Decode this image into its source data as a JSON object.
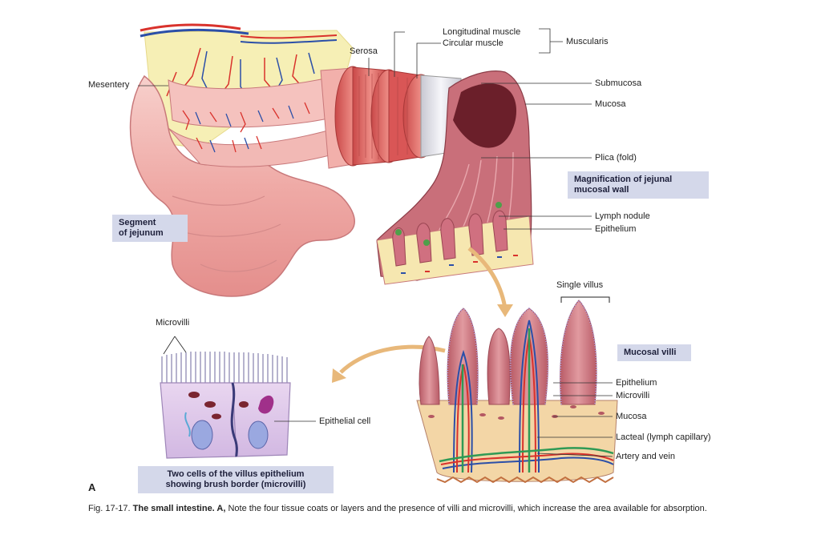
{
  "figure": {
    "panel_letter": "A",
    "caption_prefix": "Fig. 17-17.",
    "caption_bold": "The small intestine. A,",
    "caption_text": "Note the four tissue coats or layers and the presence of villi and microvilli, which increase the area available for absorption."
  },
  "labels": {
    "mesentery": "Mesentery",
    "serosa": "Serosa",
    "longitudinal_muscle": "Longitudinal muscle",
    "circular_muscle": "Circular muscle",
    "muscularis": "Muscularis",
    "submucosa": "Submucosa",
    "mucosa_top": "Mucosa",
    "plica": "Plica (fold)",
    "lymph_nodule": "Lymph nodule",
    "epithelium_top": "Epithelium",
    "single_villus": "Single villus",
    "microvilli_left": "Microvilli",
    "epithelial_cell": "Epithelial cell",
    "epithelium_bottom": "Epithelium",
    "microvilli_right": "Microvilli",
    "mucosa_bottom": "Mucosa",
    "lacteal": "Lacteal (lymph capillary)",
    "artery_vein": "Artery and vein"
  },
  "boxes": {
    "segment_line1": "Segment",
    "segment_line2": "of jejunum",
    "magnification_line1": "Magnification of jejunal",
    "magnification_line2": "mucosal wall",
    "mucosal_villi": "Mucosal villi",
    "two_cells_line1": "Two cells of the villus epithelium",
    "two_cells_line2": "showing brush border (microvilli)"
  },
  "colors": {
    "box_fill": "#d4d8ea",
    "intestine": "#f0b7b3",
    "muscle": "#e36a6a",
    "mesentery_fat": "#f6efb5",
    "artery": "#d9322c",
    "vein": "#2b4fa8",
    "lacteal": "#2f9a55",
    "arrow": "#e8b87a"
  }
}
